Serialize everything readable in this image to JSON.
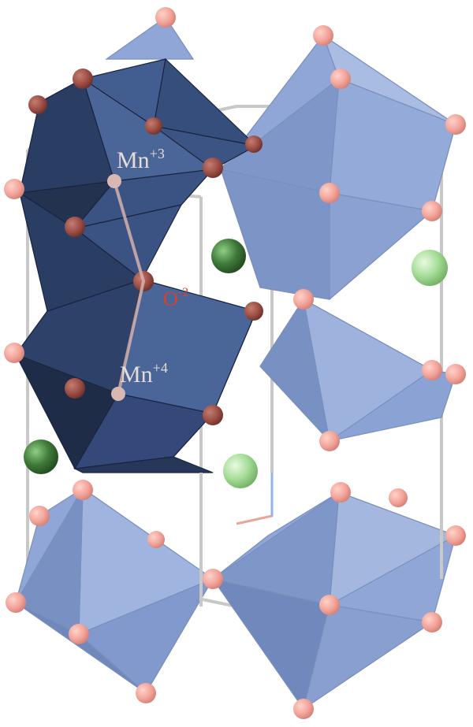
{
  "labels": {
    "mn3": {
      "base": "Mn",
      "sup": "+3"
    },
    "oxygen": {
      "base": "O",
      "sup": "-2"
    },
    "mn4": {
      "base": "Mn",
      "sup": "+4"
    }
  },
  "colors": {
    "highlight_poly": "#3b5483",
    "highlight_poly_dark": "#27375a",
    "highlight_poly_side": "#1f2c48",
    "light_poly": "#8fa6d6",
    "light_poly_light": "#a9bce2",
    "light_poly_dark": "#6f86b8",
    "oxygen_light": "#f2a49a",
    "oxygen_dark": "#9c4e45",
    "cation_dark": "#3f7a3a",
    "cation_light": "#a6dd98",
    "mn_dot": "#d9b8b2",
    "label_text": "#e6dcd6",
    "oxygen_label": "#d8402e",
    "cell_edge": "#c8c8c8",
    "bond": "#d6b2ad"
  }
}
